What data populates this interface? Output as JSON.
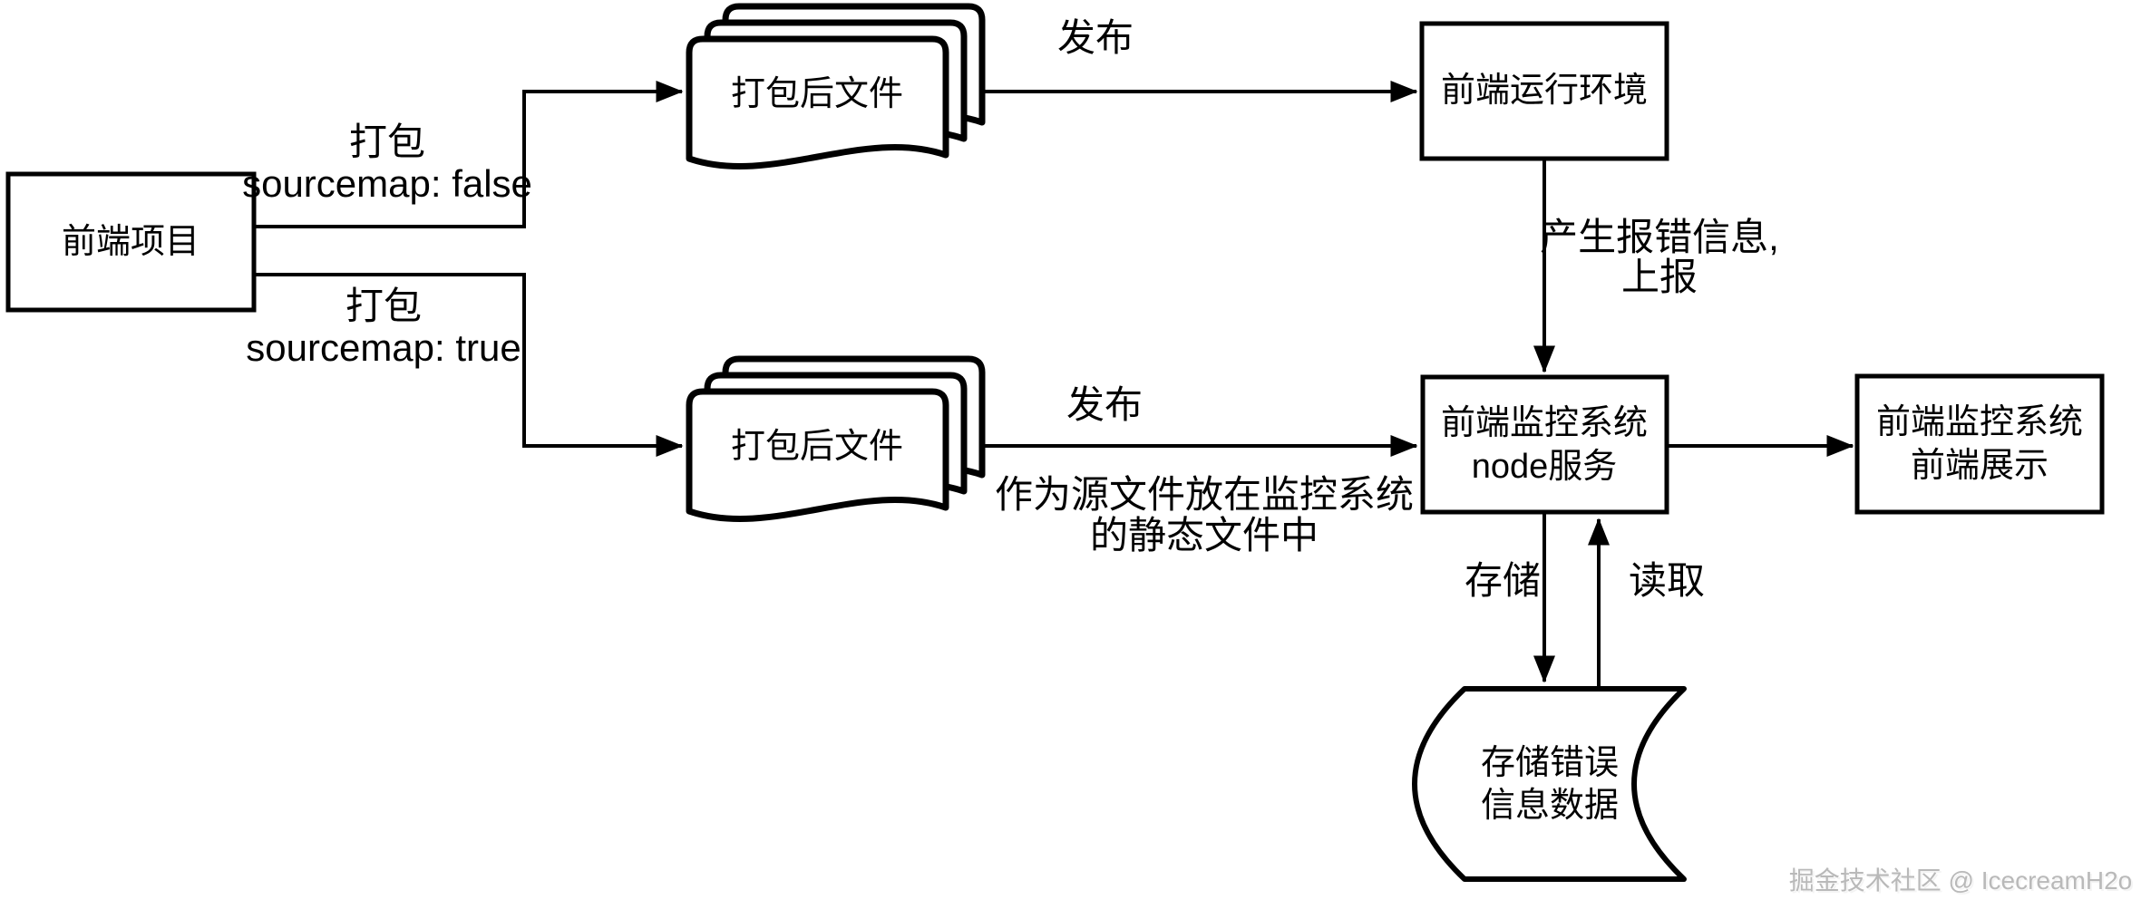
{
  "diagram": {
    "nodes": {
      "project": {
        "label": "前端项目"
      },
      "runtime": {
        "label": "前端运行环境"
      },
      "monitor_node": {
        "line1": "前端监控系统",
        "line2": "node服务"
      },
      "monitor_display": {
        "line1": "前端监控系统",
        "line2": "前端展示"
      },
      "packed_files_top": {
        "label": "打包后文件"
      },
      "packed_files_bottom": {
        "label": "打包后文件"
      },
      "datastore": {
        "line1": "存储错误",
        "line2": "信息数据"
      }
    },
    "edges": {
      "pack_false": {
        "line1": "打包",
        "line2": "sourcemap: false"
      },
      "pack_true": {
        "line1": "打包",
        "line2": "sourcemap: true"
      },
      "publish_top": {
        "label": "发布"
      },
      "publish_bottom": {
        "label": "发布"
      },
      "publish_bottom_note": {
        "line1": "作为源文件放在监控系统",
        "line2": "的静态文件中"
      },
      "report": {
        "line1": "产生报错信息,",
        "line2": "上报"
      },
      "store": {
        "label": "存储"
      },
      "read": {
        "label": "读取"
      }
    },
    "colors": {
      "stroke": "#000000",
      "shape_fill": "#ffffff",
      "watermark": "#b9b9b9"
    }
  },
  "watermark": {
    "text": "掘金技术社区 @ IcecreamH2o"
  }
}
